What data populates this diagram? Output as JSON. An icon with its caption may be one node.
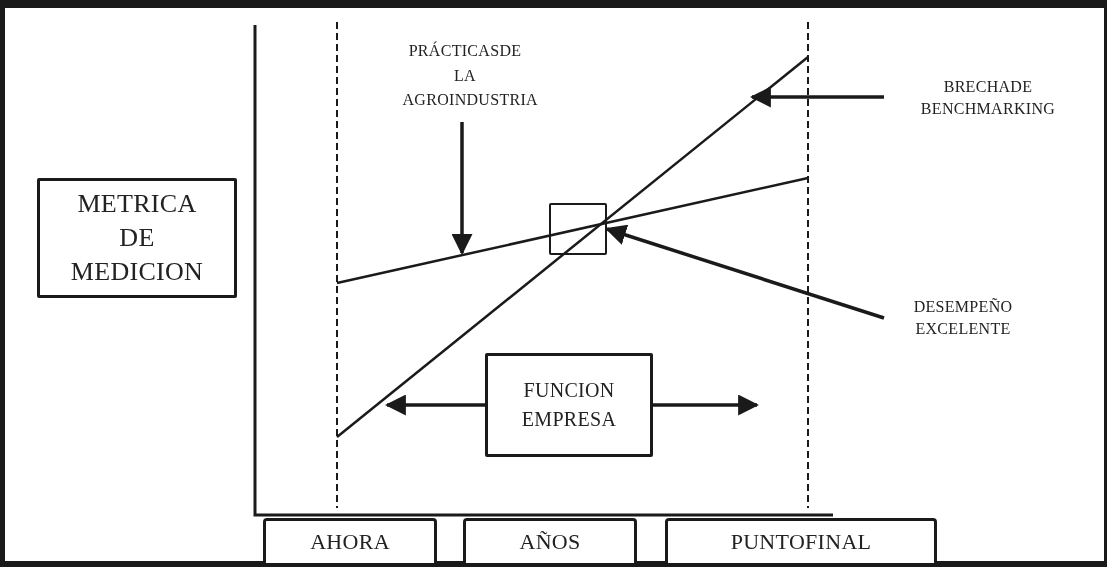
{
  "diagram": {
    "nodes": [
      {
        "text": [
          "METRICA DE MEDICION"
        ]
      },
      {
        "text": [
          "PRÁCTICASDE LA AGROINDUSTRIA"
        ]
      },
      {
        "text": [
          "BRECHADE BENCHMARKING"
        ]
      },
      {
        "text": [
          "DESEMPEÑO EXCELENTE"
        ]
      },
      {
        "text": [],
        "shape": "box"
      },
      {
        "text": [
          "FUNCION EMPRESA"
        ]
      },
      {
        "text": [
          "AHORA"
        ]
      },
      {
        "text": [
          "AÑOS"
        ]
      },
      {
        "text": [
          "PUNTOFINAL"
        ]
      }
    ],
    "edges": [
      {
        "from": 1,
        "to": null,
        "arrow": "to"
      },
      {
        "from": 2,
        "to": null,
        "arrow": "to"
      },
      {
        "from": 3,
        "to": 4,
        "arrow": "to"
      },
      {
        "from": 5,
        "to": null,
        "arrow": "to"
      },
      {
        "from": 5,
        "to": null,
        "arrow": "to"
      }
    ]
  }
}
